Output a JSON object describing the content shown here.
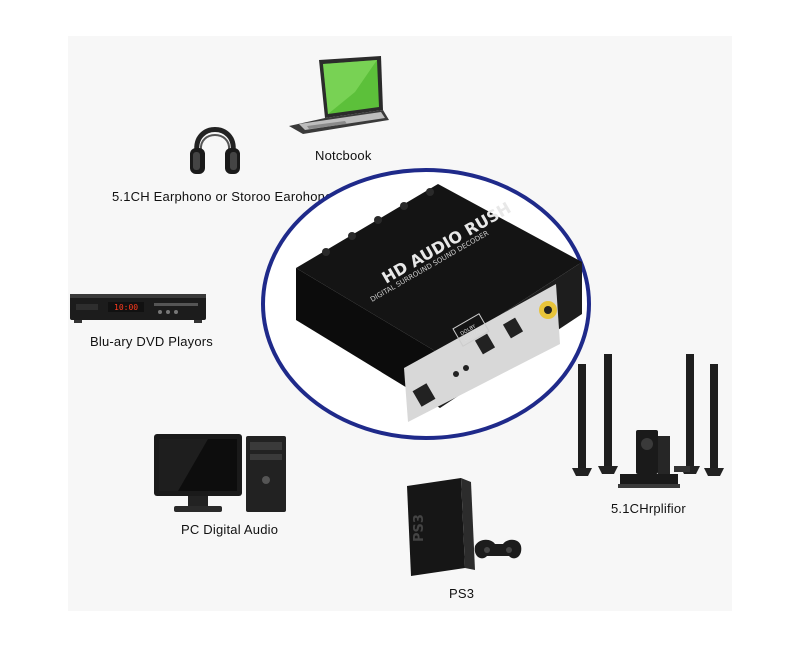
{
  "devices": {
    "notebook": "Notcbook",
    "earphone": "5.1CH Earphono or Storoo Earohono",
    "dvd": "Blu-ary DVD Playors",
    "pc": "PC Digital Audio",
    "ps3": "PS3",
    "amplifier": "5.1CHrplifior"
  },
  "decoder": {
    "title": "HD AUDIO RUSH",
    "subtitle": "DIGITAL SURROUND SOUND DECODER",
    "badge_top": "DOLBY",
    "badge_bottom": "DIGITAL",
    "ring_color": "#1f2a8a",
    "body_color": "#141414"
  },
  "dvd_display": "10:00"
}
